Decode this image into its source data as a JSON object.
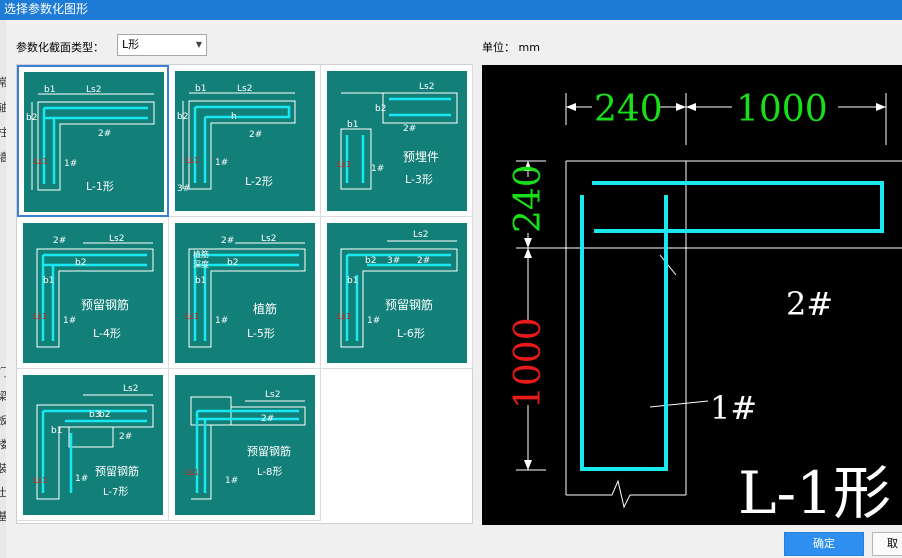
{
  "window": {
    "title": "选择参数化图形"
  },
  "left_strip": [
    "常",
    "轴",
    "柱",
    "墙",
    "门",
    "梁",
    "板",
    "楼",
    "装",
    "土",
    "基"
  ],
  "form": {
    "section_type_label": "参数化截面类型：",
    "section_type_value": "L形",
    "unit_label": "单位：  mm"
  },
  "shapes": [
    {
      "id": "L-1",
      "caption": "L-1形",
      "labels": [
        "b1",
        "Ls2",
        "b2",
        "2#",
        "1#",
        "Ls1"
      ],
      "selected": true
    },
    {
      "id": "L-2",
      "caption": "L-2形",
      "labels": [
        "b1",
        "Ls2",
        "b2",
        "h",
        "2#",
        "1#",
        "3#",
        "Ls1"
      ],
      "selected": false
    },
    {
      "id": "L-3",
      "caption": "L-3形",
      "subtitle": "预埋件",
      "labels": [
        "Ls2",
        "b2",
        "b1",
        "2#",
        "1#",
        "Ls1"
      ],
      "selected": false
    },
    {
      "id": "L-4",
      "caption": "L-4形",
      "subtitle": "预留钢筋",
      "labels": [
        "2#",
        "Ls2",
        "b2",
        "b1",
        "1#",
        "Ls1"
      ],
      "selected": false
    },
    {
      "id": "L-5",
      "caption": "L-5形",
      "subtitle": "植筋",
      "labels": [
        "2#",
        "Ls2",
        "植筋",
        "深度",
        "b2",
        "b1",
        "1#",
        "Ls1"
      ],
      "selected": false
    },
    {
      "id": "L-6",
      "caption": "L-6形",
      "subtitle": "预留钢筋",
      "labels": [
        "Ls2",
        "2#",
        "3#",
        "b2",
        "b1",
        "1#",
        "Ls1"
      ],
      "selected": false
    },
    {
      "id": "L-7",
      "caption": "L-7形",
      "subtitle": "预留钢筋",
      "labels": [
        "Ls2",
        "b1",
        "b3",
        "b2",
        "2#",
        "1#",
        "Ls1"
      ],
      "selected": false
    },
    {
      "id": "L-8",
      "caption": "L-8形",
      "subtitle": "预留钢筋",
      "labels": [
        "Ls2",
        "2#",
        "1#",
        "Ls1"
      ],
      "selected": false
    }
  ],
  "preview": {
    "dim_b1": "240",
    "dim_ls2": "1000",
    "dim_b2": "240",
    "dim_ls1": "1000",
    "bar_2": "2#",
    "bar_1": "1#",
    "caption": "L-1形"
  },
  "colors": {
    "tile_bg": "#128079",
    "rebar": "#19e8f0",
    "dim_green": "#18e018",
    "dim_red": "#e81a1a",
    "title_bar": "#1e7cd6",
    "ok_button": "#2f8ff0"
  },
  "buttons": {
    "ok": "确定",
    "cancel": "取"
  }
}
